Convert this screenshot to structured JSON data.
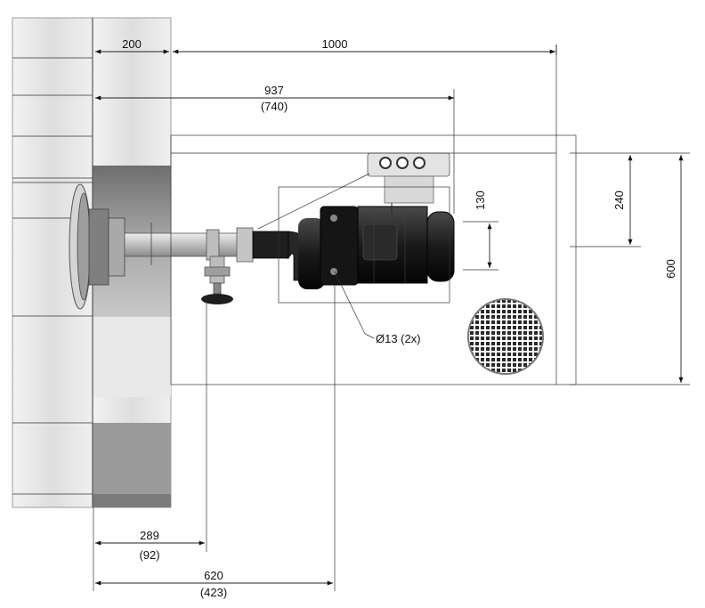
{
  "drawing": {
    "dimensions": {
      "wall_thickness": "200",
      "total_length": "1000",
      "pump_length": "937",
      "pump_length_alt": "(740)",
      "height_top": "240",
      "motor_offset": "130",
      "total_height": "600",
      "valve_distance": "289",
      "valve_distance_alt": "(92)",
      "foot_distance": "620",
      "foot_distance_alt": "(423)",
      "bolt_holes": "Ø13 (2x)"
    },
    "colors": {
      "wall": "#e4e4e4",
      "wall_shade": "#9a9a9a",
      "motor": "#1c1c1c",
      "pipe": "#c9c9c9",
      "grille": "#333333"
    }
  }
}
